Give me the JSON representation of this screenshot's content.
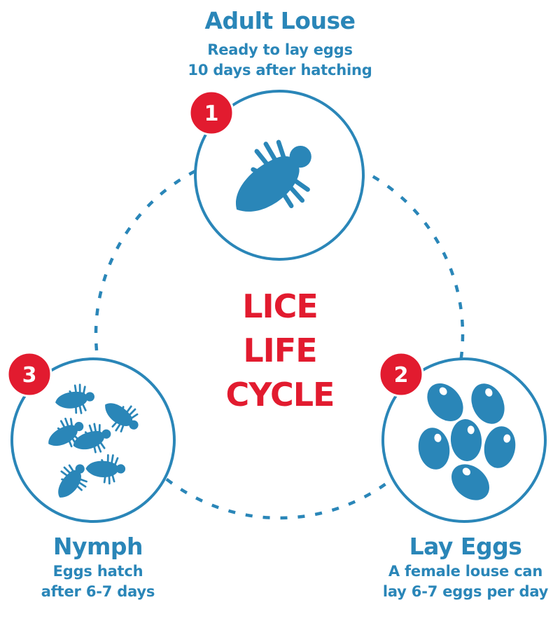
{
  "center_title": {
    "line1": "LICE",
    "line2": "LIFE",
    "line3": "CYCLE"
  },
  "stages": [
    {
      "number": "1",
      "title": "Adult Louse",
      "line1": "Ready to lay eggs",
      "line2": "10 days after hatching"
    },
    {
      "number": "2",
      "title": "Lay Eggs",
      "line1": "A female louse can",
      "line2": "lay 6-7 eggs per day"
    },
    {
      "number": "3",
      "title": "Nymph",
      "line1": "Eggs hatch",
      "line2": "after 6-7 days"
    }
  ],
  "colors": {
    "blue": "#2a86b8",
    "red": "#e21b2f",
    "white": "#ffffff"
  },
  "icons": {
    "stage1": "adult-louse-icon",
    "stage2": "eggs-icon",
    "stage3": "nymphs-icon"
  }
}
